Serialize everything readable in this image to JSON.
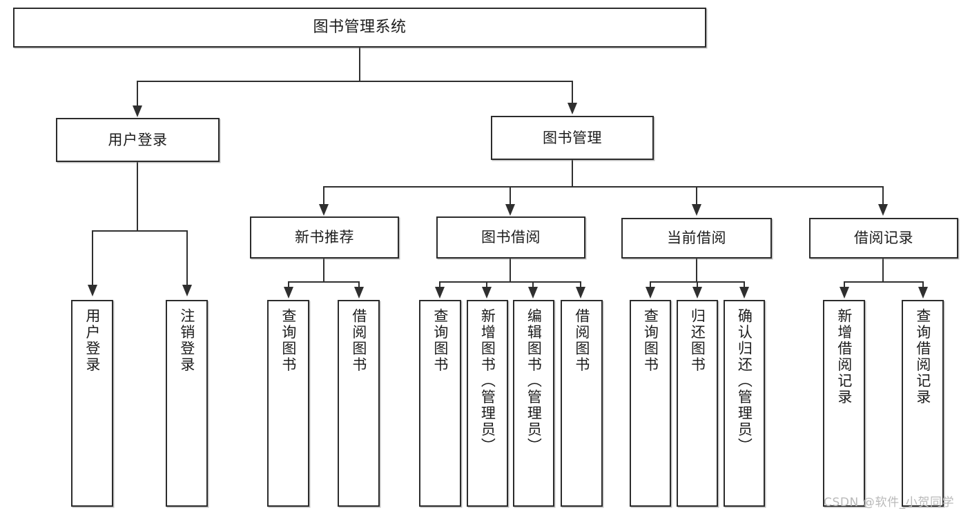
{
  "diagram": {
    "type": "tree",
    "title": "图书管理系统",
    "orientation": "top-down",
    "levels": 4,
    "colors": {
      "box_border": "#2b2b2b",
      "box_fill": "#ffffff",
      "connector": "#2f2f2f",
      "watermark": "#b9b9b9",
      "background": "#ffffff"
    }
  },
  "root": {
    "label": "图书管理系统"
  },
  "level2": [
    {
      "id": "user-login",
      "label": "用户登录"
    },
    {
      "id": "book-manage",
      "label": "图书管理"
    }
  ],
  "level3": [
    {
      "id": "new-book-rec",
      "label": "新书推荐"
    },
    {
      "id": "book-borrow",
      "label": "图书借阅"
    },
    {
      "id": "current-borrow",
      "label": "当前借阅"
    },
    {
      "id": "borrow-record",
      "label": "借阅记录"
    }
  ],
  "leaves": {
    "user_login": [
      {
        "id": "leaf-user-login",
        "label": "用户登录"
      },
      {
        "id": "leaf-logout-login",
        "label": "注销登录"
      }
    ],
    "new_book_rec": [
      {
        "id": "leaf-query-book-1",
        "label": "查询图书"
      },
      {
        "id": "leaf-borrow-book-1",
        "label": "借阅图书"
      }
    ],
    "book_borrow": [
      {
        "id": "leaf-query-book-2",
        "label": "查询图书"
      },
      {
        "id": "leaf-add-book",
        "label": "新增图书（管理员）"
      },
      {
        "id": "leaf-edit-book",
        "label": "编辑图书（管理员）"
      },
      {
        "id": "leaf-borrow-book-2",
        "label": "借阅图书"
      }
    ],
    "current_borrow": [
      {
        "id": "leaf-query-book-3",
        "label": "查询图书"
      },
      {
        "id": "leaf-return-book",
        "label": "归还图书"
      },
      {
        "id": "leaf-confirm-return",
        "label": "确认归还（管理员）"
      }
    ],
    "borrow_record": [
      {
        "id": "leaf-add-record",
        "label": "新增借阅记录"
      },
      {
        "id": "leaf-query-record",
        "label": "查询借阅记录"
      }
    ]
  },
  "watermark": {
    "text": "CSDN @软件_小贺同学"
  }
}
